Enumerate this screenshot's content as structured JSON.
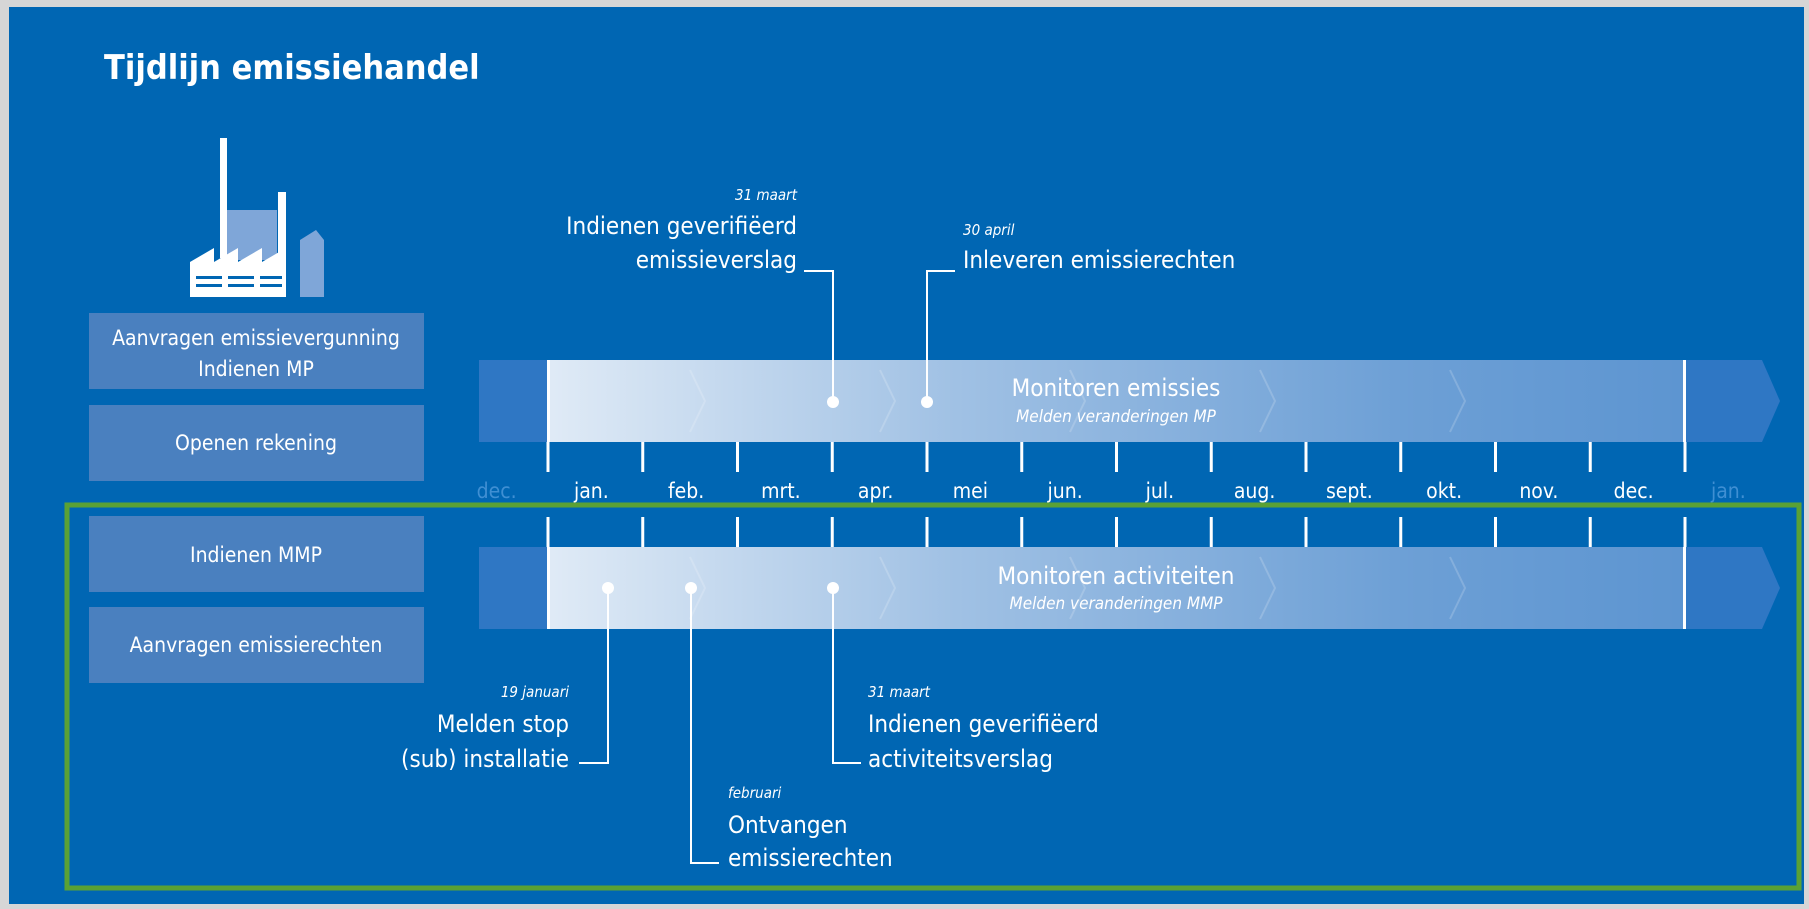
{
  "title": "Tijdlijn emissiehandel",
  "colors": {
    "background": "#0066b3",
    "accent_green": "#5aa135",
    "box_fill": "#4a80bf",
    "muted_month": "#3f8fd3",
    "white": "#ffffff"
  },
  "left_boxes": {
    "box1_line1": "Aanvragen emissievergunning",
    "box1_line2": "Indienen MP",
    "box2": "Openen rekening",
    "box3": "Indienen MMP",
    "box4": "Aanvragen emissierechten"
  },
  "top_band": {
    "title": "Monitoren emissies",
    "subtitle": "Melden veranderingen MP"
  },
  "bottom_band": {
    "title": "Monitoren activiteiten",
    "subtitle": "Melden veranderingen MMP"
  },
  "months": [
    "dec.",
    "jan.",
    "feb.",
    "mrt.",
    "apr.",
    "mei",
    "jun.",
    "jul.",
    "aug.",
    "sept.",
    "okt.",
    "nov.",
    "dec.",
    "jan."
  ],
  "muted_months": [
    0,
    13
  ],
  "callouts": {
    "c1": {
      "date": "31 maart",
      "line1": "Indienen geverifiëerd",
      "line2": "emissieverslag"
    },
    "c2": {
      "date": "30 april",
      "line1": "Inleveren emissierechten"
    },
    "c3": {
      "date": "19 januari",
      "line1": "Melden stop",
      "line2": "(sub) installatie"
    },
    "c4": {
      "date": "31 maart",
      "line1": "Indienen geverifiëerd",
      "line2": "activiteitsverslag"
    },
    "c5": {
      "date": "februari",
      "line1": "Ontvangen",
      "line2": "emissierechten"
    }
  },
  "icons": {
    "factory": "factory-icon"
  }
}
